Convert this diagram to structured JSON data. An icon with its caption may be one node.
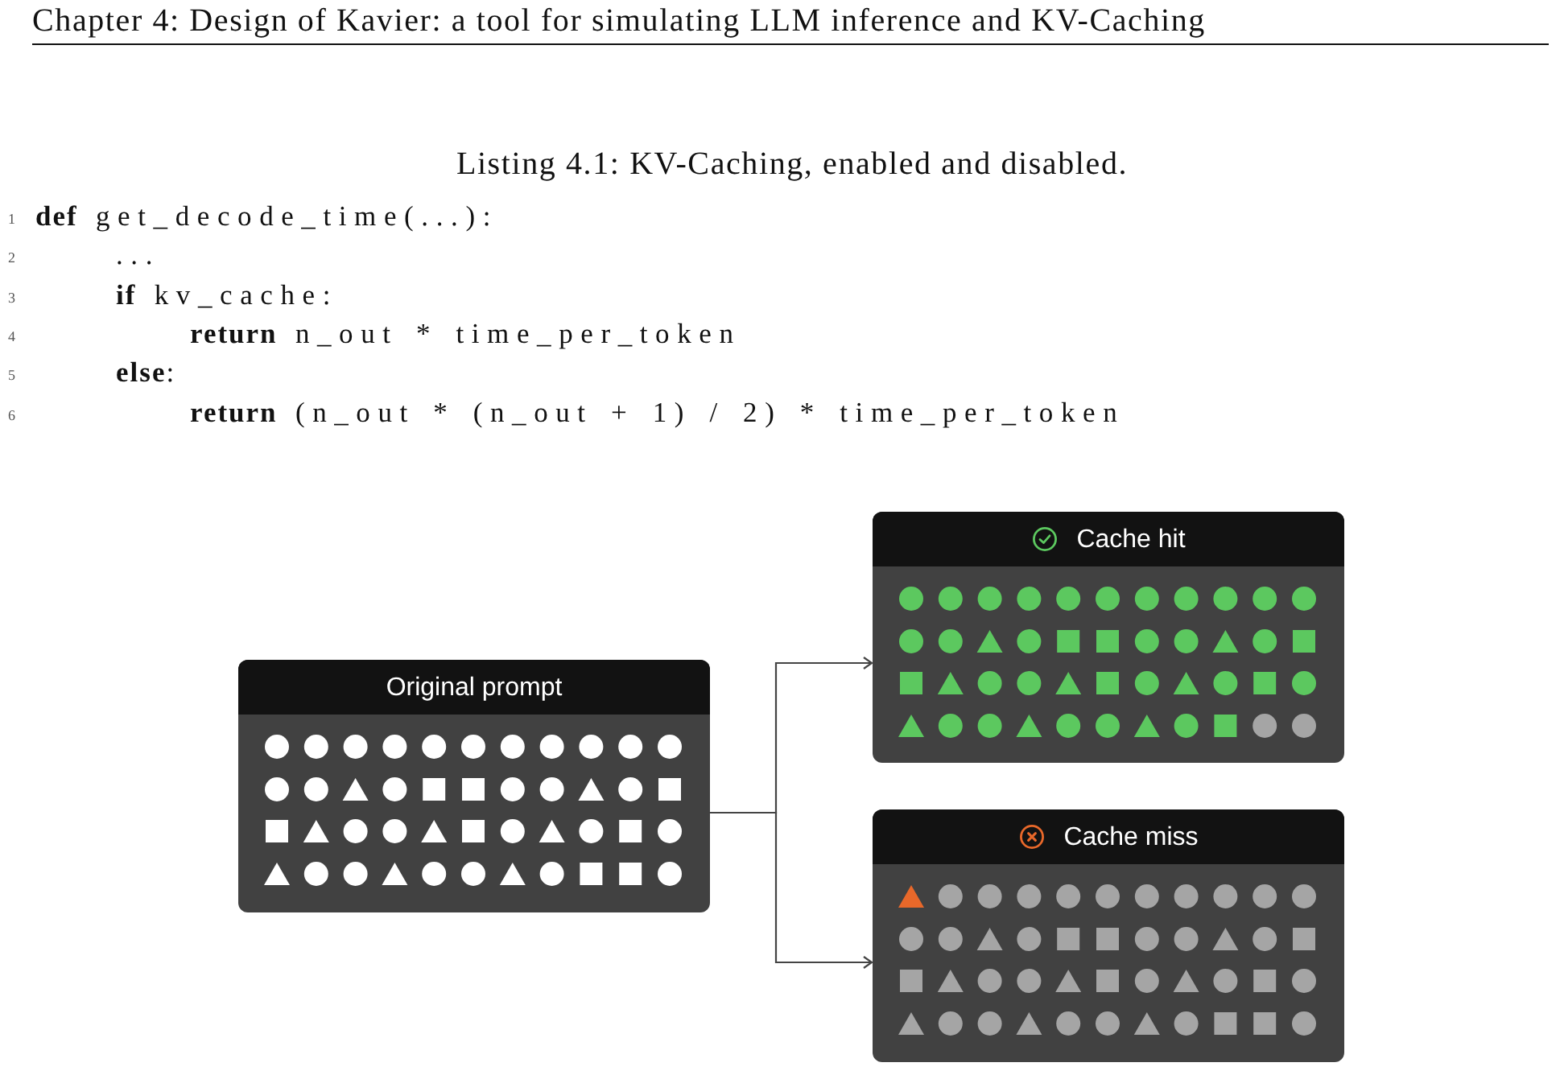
{
  "diagram": {
    "title": "Chapter 4: Design of Kavier: a tool for simulating LLM inference and KV-Caching",
    "caption": "Listing 4.1: KV-Caching, enabled and disabled.",
    "nodes": [
      {
        "text": [
          "Original prompt"
        ]
      },
      {
        "text": [
          "Cache hit"
        ]
      },
      {
        "text": [
          "Cache miss"
        ]
      }
    ],
    "edges": [
      {
        "from": 0,
        "to": 1,
        "arrow": "to"
      },
      {
        "from": 0,
        "to": 2,
        "arrow": "to"
      }
    ],
    "labels": [
      "1",
      "**def** get_decode_time(...):",
      "2",
      "...",
      "3",
      "**if** kv_cache:",
      "4",
      "**return** n_out * time_per_token",
      "5",
      "**else**:",
      "6",
      "**return** (n_out * (n_out + 1) / 2) * time_per_token"
    ]
  }
}
